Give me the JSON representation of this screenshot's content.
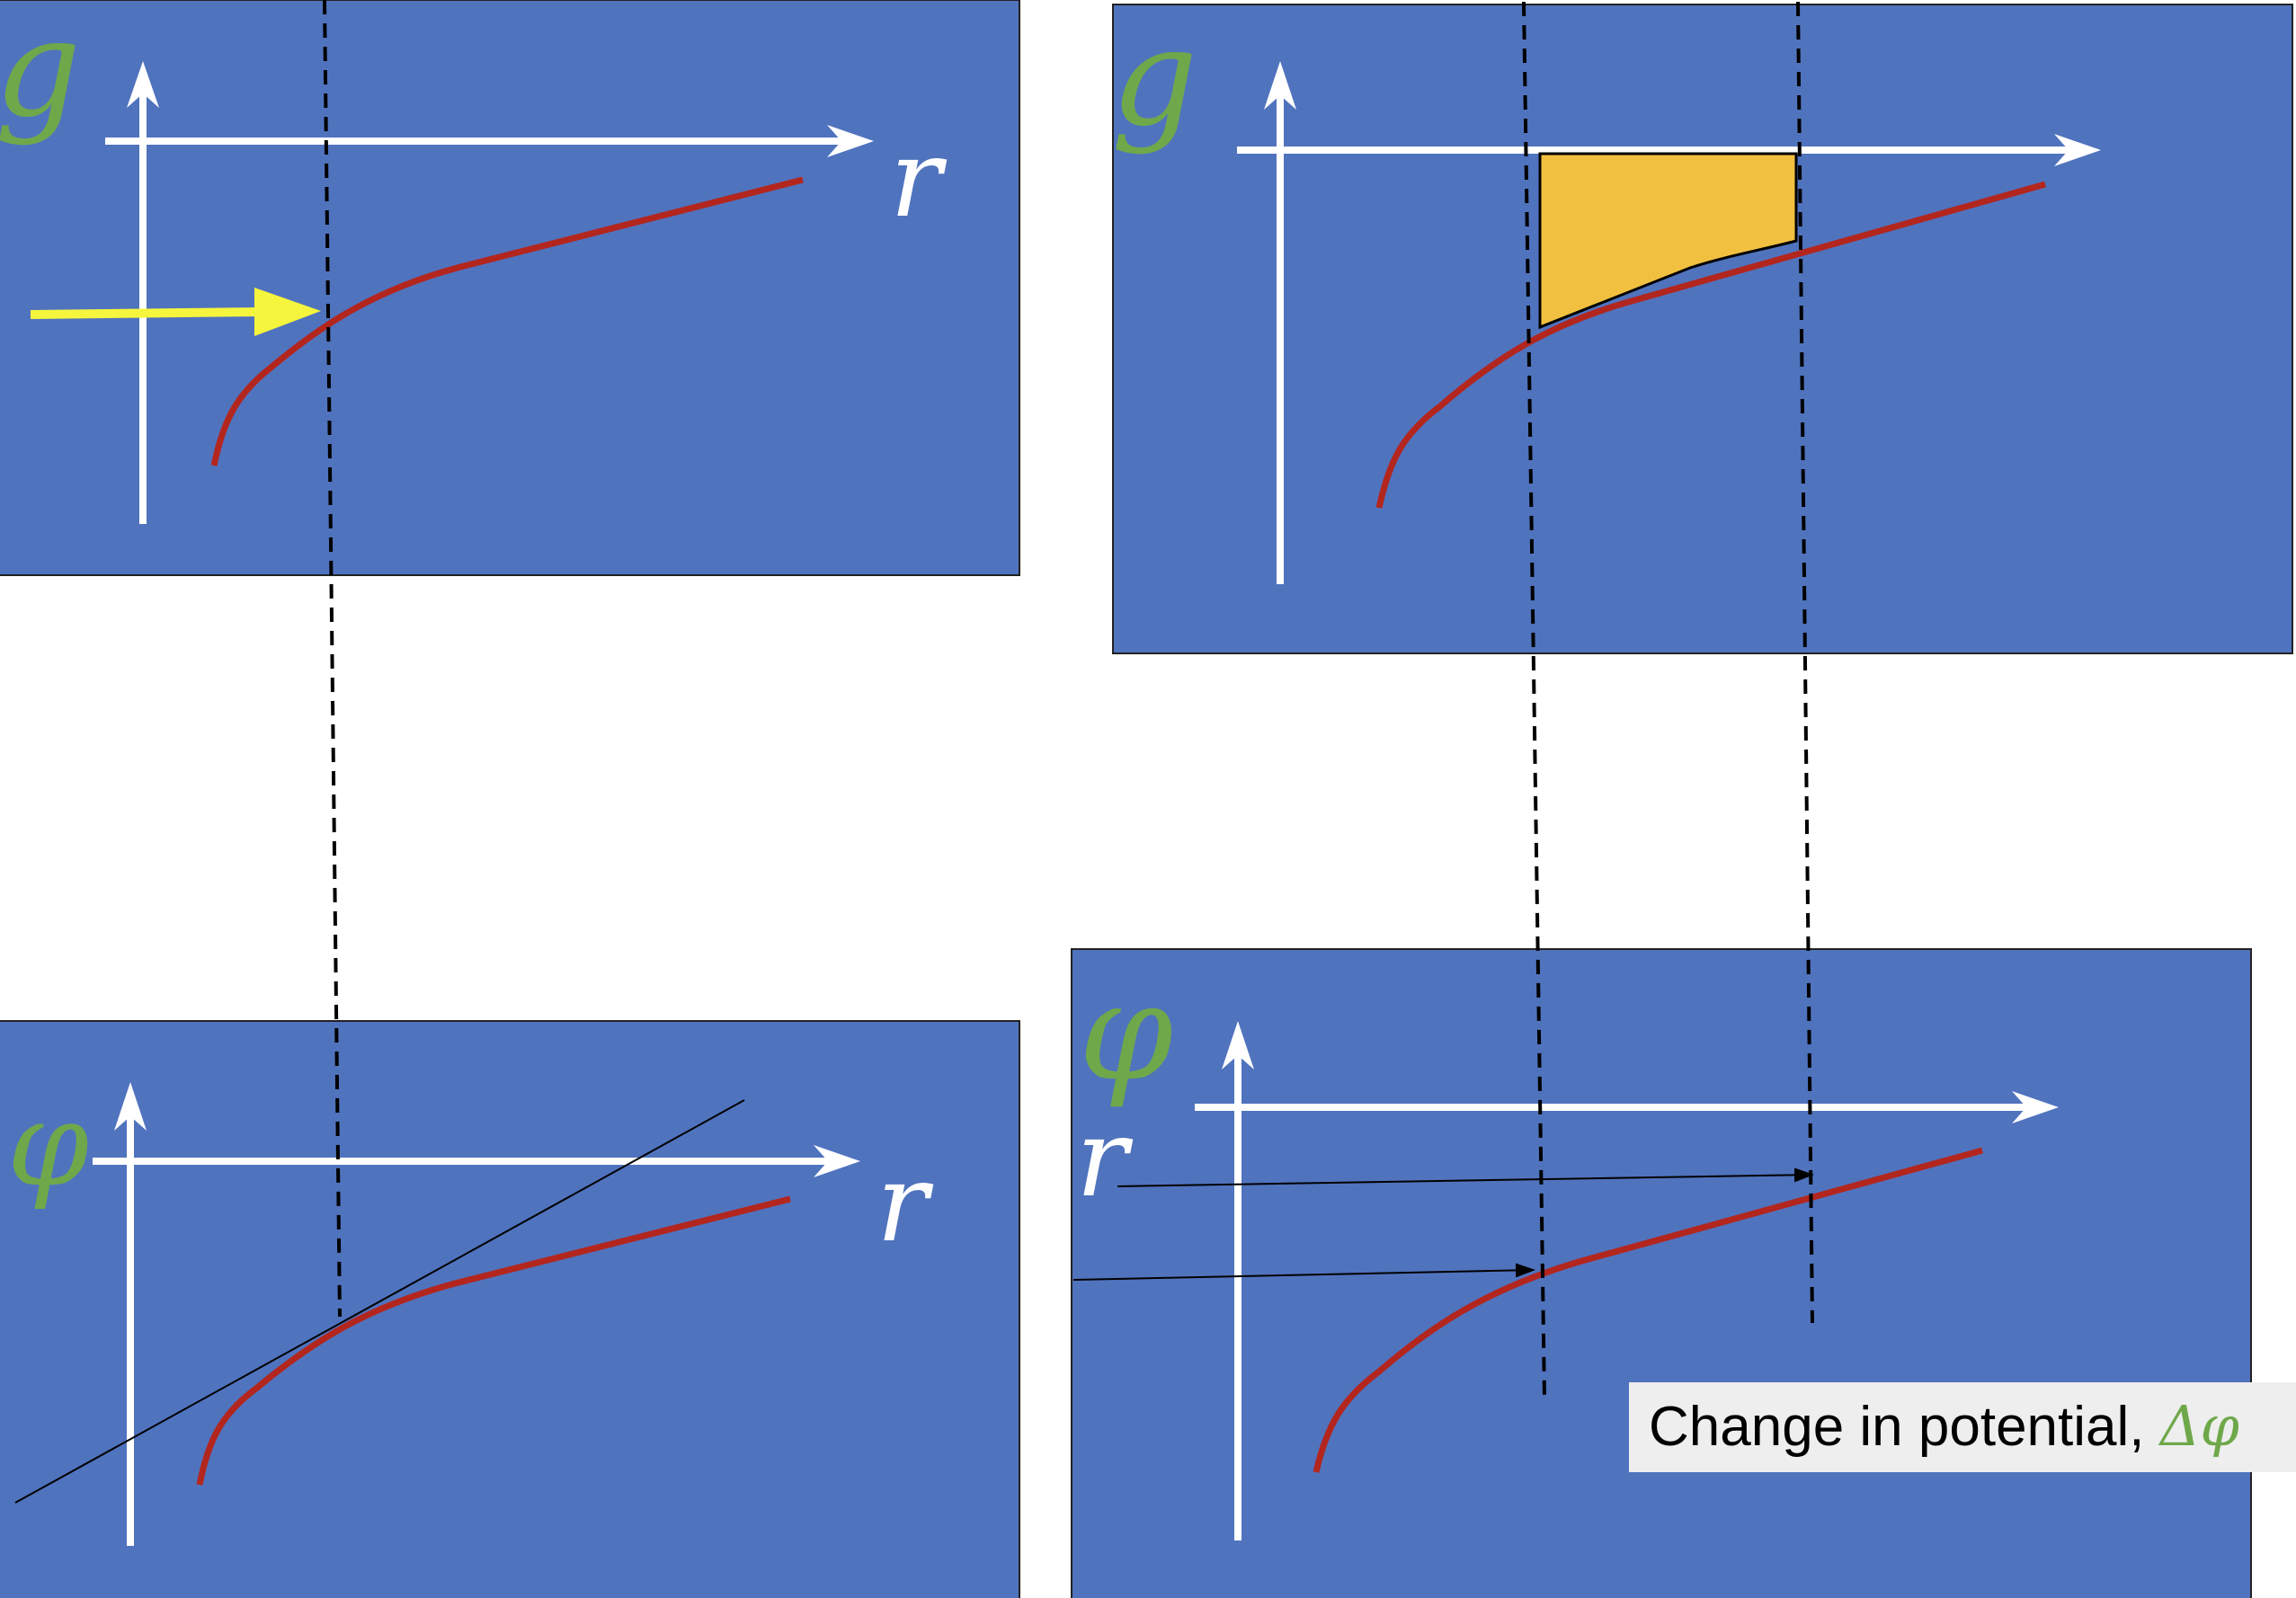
{
  "panels": {
    "top_left": {
      "y_symbol": "g",
      "x_symbol": "r"
    },
    "bottom_left": {
      "y_symbol": "φ",
      "x_symbol": "r"
    },
    "top_right": {
      "y_symbol": "g"
    },
    "bottom_right": {
      "y_symbol": "φ",
      "x_symbol": "r"
    }
  },
  "caption": {
    "text": "Change in potential, ",
    "symbol": "Δφ"
  },
  "colors": {
    "panel_bg": "#5073be",
    "axis": "#ffffff",
    "curve": "#b3261e",
    "symbol_green": "#6fa84a",
    "highlight_arrow": "#f5f53d",
    "shaded_area": "#f2c040",
    "caption_bg": "#eeeeee"
  }
}
